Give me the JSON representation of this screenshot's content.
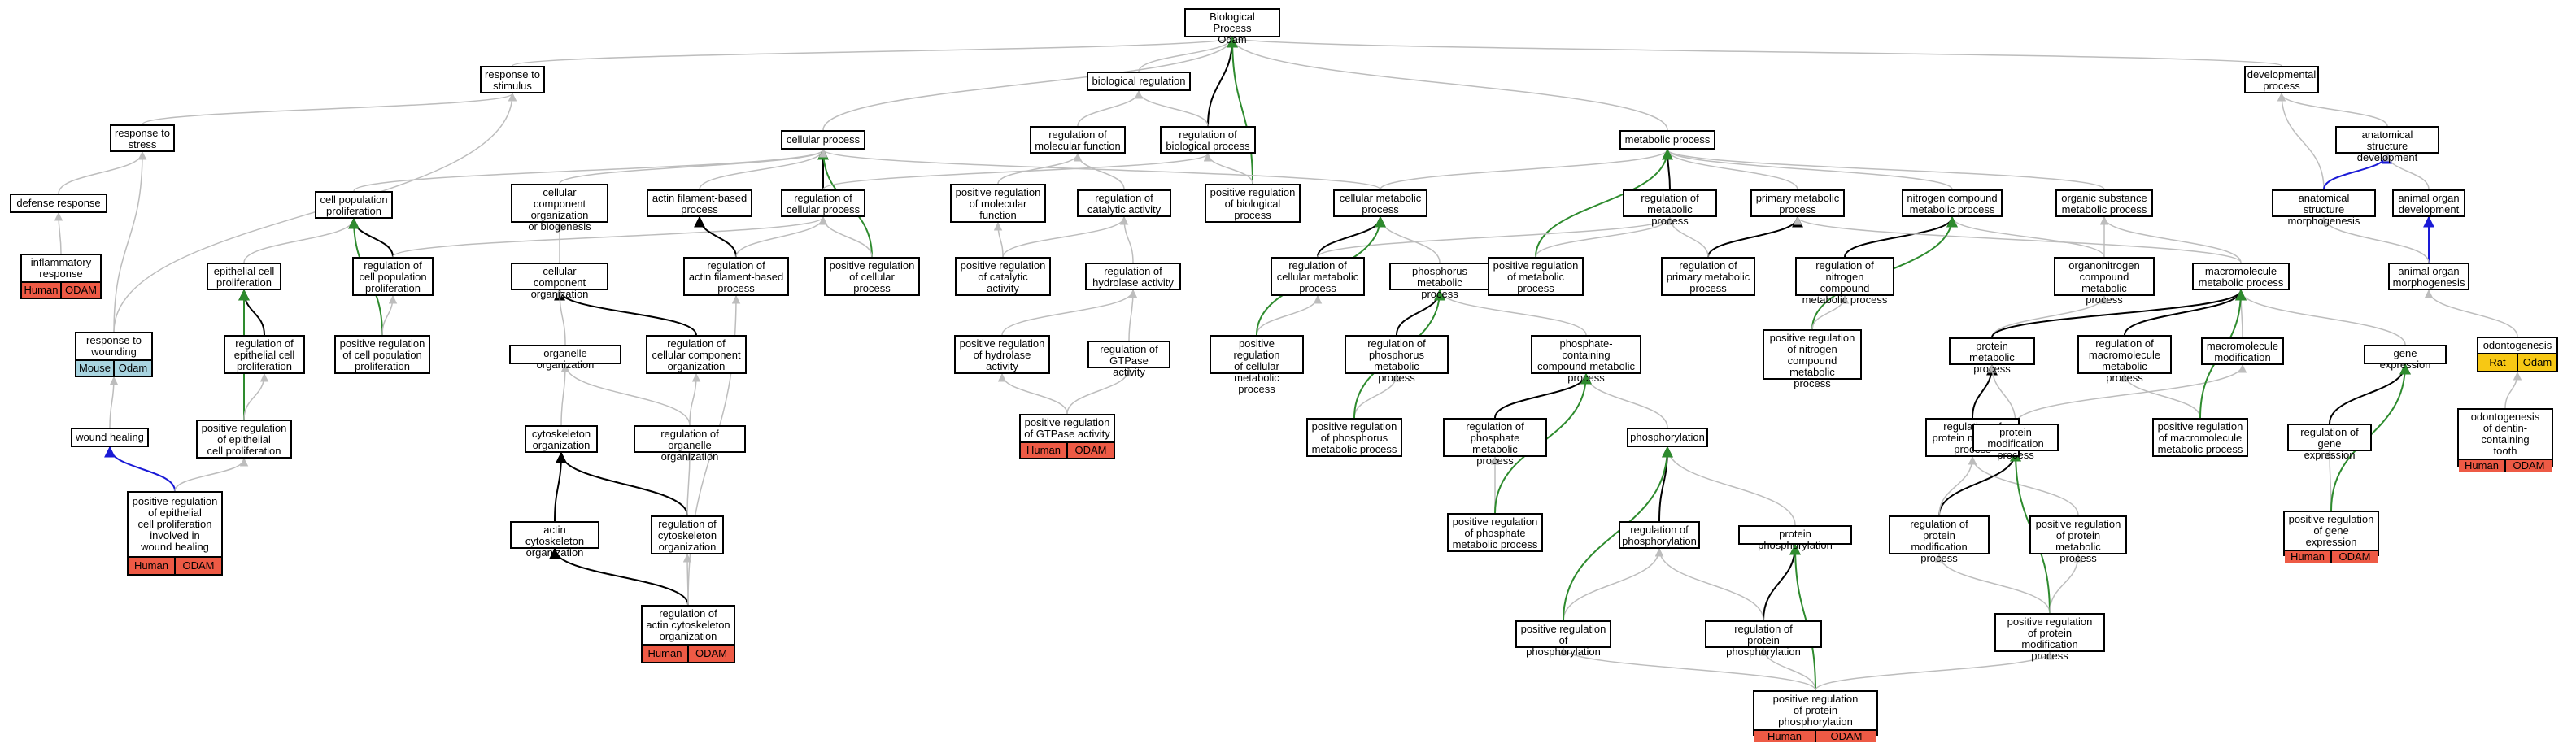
{
  "colors": {
    "grey_edge": "#bdbdbd",
    "black_edge": "#000000",
    "green_edge": "#2e8b2e",
    "blue_edge": "#1a1ad6",
    "Human": "#ee5a45",
    "ODAM": "#ee5a45",
    "Mouse": "#a8d4e0",
    "Odam_mouse": "#a8d4e0",
    "Rat": "#f7c814",
    "Odam_rat": "#f7c814"
  },
  "nodes": {
    "root": {
      "label": "Biological Process\nOdam"
    },
    "resp_stim": {
      "label": "response to\nstimulus"
    },
    "bio_reg": {
      "label": "biological regulation"
    },
    "dev_proc": {
      "label": "developmental\nprocess"
    },
    "resp_stress": {
      "label": "response to\nstress"
    },
    "cell_proc": {
      "label": "cellular process"
    },
    "reg_mol_func": {
      "label": "regulation of\nmolecular function"
    },
    "reg_bio_proc": {
      "label": "regulation of\nbiological process"
    },
    "met_proc": {
      "label": "metabolic process"
    },
    "anat_dev": {
      "label": "anatomical structure\ndevelopment"
    },
    "def_resp": {
      "label": "defense response"
    },
    "cell_pop_prolif": {
      "label": "cell population\nproliferation"
    },
    "ccob": {
      "label": "cellular component\norganization\nor biogenesis"
    },
    "actin_fil": {
      "label": "actin filament-based\nprocess"
    },
    "reg_cell_proc": {
      "label": "regulation of\ncellular process"
    },
    "pos_reg_mol_func": {
      "label": "positive regulation\nof molecular\nfunction"
    },
    "reg_cat_act": {
      "label": "regulation of\ncatalytic activity"
    },
    "pos_reg_bio_proc": {
      "label": "positive regulation\nof biological\nprocess"
    },
    "cell_met": {
      "label": "cellular metabolic\nprocess"
    },
    "reg_met": {
      "label": "regulation of\nmetabolic process"
    },
    "prim_met": {
      "label": "primary metabolic\nprocess"
    },
    "nitro_met": {
      "label": "nitrogen compound\nmetabolic process"
    },
    "org_sub_met": {
      "label": "organic substance\nmetabolic process"
    },
    "anat_morph": {
      "label": "anatomical structure\nmorphogenesis"
    },
    "animal_organ_dev": {
      "label": "animal organ\ndevelopment"
    },
    "inflam": {
      "label": "inflammatory\nresponse",
      "tags": [
        "Human",
        "ODAM"
      ]
    },
    "epi_prolif": {
      "label": "epithelial cell\nproliferation"
    },
    "reg_cell_pop": {
      "label": "regulation of\ncell population\nproliferation"
    },
    "cc_org": {
      "label": "cellular component\norganization"
    },
    "reg_actin_fil": {
      "label": "regulation of\nactin filament-based\nprocess"
    },
    "pos_reg_cell_proc": {
      "label": "positive regulation\nof cellular\nprocess"
    },
    "pos_reg_cat": {
      "label": "positive regulation\nof catalytic\nactivity"
    },
    "reg_hydro": {
      "label": "regulation of\nhydrolase activity"
    },
    "reg_cell_met": {
      "label": "regulation of\ncellular metabolic\nprocess"
    },
    "phos_met": {
      "label": "phosphorus metabolic\nprocess"
    },
    "pos_reg_met": {
      "label": "positive regulation\nof metabolic\nprocess"
    },
    "reg_prim_met": {
      "label": "regulation of\nprimary metabolic\nprocess"
    },
    "reg_nitro": {
      "label": "regulation of\nnitrogen compound\nmetabolic process"
    },
    "organonitro": {
      "label": "organonitrogen\ncompound metabolic\nprocess"
    },
    "macro_met": {
      "label": "macromolecule\nmetabolic process"
    },
    "animal_organ_morph": {
      "label": "animal organ\nmorphogenesis"
    },
    "resp_wound": {
      "label": "response to\nwounding",
      "tags": [
        "Mouse",
        "Odam"
      ]
    },
    "reg_epi": {
      "label": "regulation of\nepithelial cell\nproliferation"
    },
    "pos_reg_cell_pop": {
      "label": "positive regulation\nof cell population\nproliferation"
    },
    "org_org": {
      "label": "organelle organization"
    },
    "reg_cc_org": {
      "label": "regulation of\ncellular component\norganization"
    },
    "pos_reg_hydro": {
      "label": "positive regulation\nof hydrolase\nactivity"
    },
    "reg_gtpase": {
      "label": "regulation of\nGTPase activity"
    },
    "pos_reg_cell_met": {
      "label": "positive regulation\nof cellular\nmetabolic process"
    },
    "reg_phos_met": {
      "label": "regulation of\nphosphorus metabolic\nprocess"
    },
    "phos_cont": {
      "label": "phosphate-containing\ncompound metabolic\nprocess"
    },
    "pos_reg_nitro": {
      "label": "positive regulation\nof nitrogen\ncompound metabolic\nprocess"
    },
    "prot_met": {
      "label": "protein metabolic\nprocess"
    },
    "reg_macro": {
      "label": "regulation of\nmacromolecule\nmetabolic process"
    },
    "macro_mod": {
      "label": "macromolecule\nmodification"
    },
    "gene_expr": {
      "label": "gene expression"
    },
    "odontogenesis": {
      "label": "odontogenesis",
      "tags": [
        "Rat",
        "Odam"
      ]
    },
    "wound_heal": {
      "label": "wound healing"
    },
    "pos_reg_epi": {
      "label": "positive regulation\nof epithelial\ncell proliferation"
    },
    "cyto_org": {
      "label": "cytoskeleton\norganization"
    },
    "reg_org_org": {
      "label": "regulation of\norganelle organization"
    },
    "pos_reg_gtpase": {
      "label": "positive regulation\nof GTPase activity",
      "tags": [
        "Human",
        "ODAM"
      ]
    },
    "pos_reg_phos_met": {
      "label": "positive regulation\nof phosphorus\nmetabolic process"
    },
    "reg_phosphate_met": {
      "label": "regulation of\nphosphate metabolic\nprocess"
    },
    "phosphorylation": {
      "label": "phosphorylation"
    },
    "reg_prot_met": {
      "label": "regulation of\nprotein metabolic\nprocess"
    },
    "prot_mod": {
      "label": "protein modification\nprocess"
    },
    "pos_reg_macro": {
      "label": "positive regulation\nof macromolecule\nmetabolic process"
    },
    "reg_gene_expr": {
      "label": "regulation of\ngene expression"
    },
    "odonto_dentin": {
      "label": "odontogenesis\nof dentin-containing\ntooth",
      "tags": [
        "Human",
        "ODAM"
      ]
    },
    "pos_reg_epi_wound": {
      "label": "positive regulation\nof epithelial\ncell proliferation\ninvolved in\nwound healing",
      "tags": [
        "Human",
        "ODAM"
      ]
    },
    "actin_cyto_org": {
      "label": "actin cytoskeleton\norganization"
    },
    "reg_cyto_org": {
      "label": "regulation of\ncytoskeleton\norganization"
    },
    "pos_reg_phosphate_met": {
      "label": "positive regulation\nof phosphate\nmetabolic process"
    },
    "reg_phosphorylation": {
      "label": "regulation of\nphosphorylation"
    },
    "prot_phos": {
      "label": "protein phosphorylation"
    },
    "reg_prot_mod": {
      "label": "regulation of\nprotein modification\nprocess"
    },
    "pos_reg_prot_met": {
      "label": "positive regulation\nof protein metabolic\nprocess"
    },
    "pos_reg_gene_expr": {
      "label": "positive regulation\nof gene expression",
      "tags": [
        "Human",
        "ODAM"
      ]
    },
    "reg_actin_cyto_org": {
      "label": "regulation of\nactin cytoskeleton\norganization",
      "tags": [
        "Human",
        "ODAM"
      ]
    },
    "pos_reg_phosphorylation": {
      "label": "positive regulation\nof phosphorylation"
    },
    "reg_prot_phos": {
      "label": "regulation of\nprotein phosphorylation"
    },
    "pos_reg_prot_mod": {
      "label": "positive regulation\nof protein modification\nprocess"
    },
    "pos_reg_prot_phos": {
      "label": "positive regulation\nof protein phosphorylation",
      "tags": [
        "Human",
        "ODAM"
      ]
    }
  },
  "edges": [
    [
      "resp_stim",
      "root",
      "grey"
    ],
    [
      "bio_reg",
      "root",
      "grey"
    ],
    [
      "cell_proc",
      "root",
      "grey"
    ],
    [
      "met_proc",
      "root",
      "grey"
    ],
    [
      "dev_proc",
      "root",
      "grey"
    ],
    [
      "reg_bio_proc",
      "root",
      "black"
    ],
    [
      "pos_reg_bio_proc",
      "root",
      "green"
    ],
    [
      "resp_stress",
      "resp_stim",
      "grey"
    ],
    [
      "reg_mol_func",
      "bio_reg",
      "grey"
    ],
    [
      "reg_bio_proc",
      "bio_reg",
      "grey"
    ],
    [
      "anat_dev",
      "dev_proc",
      "grey"
    ],
    [
      "anat_morph",
      "dev_proc",
      "grey"
    ],
    [
      "def_resp",
      "resp_stress",
      "grey"
    ],
    [
      "resp_wound",
      "resp_stress",
      "grey"
    ],
    [
      "inflam",
      "def_resp",
      "grey"
    ],
    [
      "cell_pop_prolif",
      "cell_proc",
      "grey"
    ],
    [
      "ccob",
      "cell_proc",
      "grey"
    ],
    [
      "actin_fil",
      "cell_proc",
      "grey"
    ],
    [
      "reg_cell_proc",
      "cell_proc",
      "black"
    ],
    [
      "pos_reg_cell_proc",
      "cell_proc",
      "green"
    ],
    [
      "cell_met",
      "cell_proc",
      "grey"
    ],
    [
      "reg_cell_proc",
      "reg_bio_proc",
      "grey"
    ],
    [
      "pos_reg_bio_proc",
      "reg_bio_proc",
      "grey"
    ],
    [
      "pos_reg_mol_func",
      "reg_mol_func",
      "grey"
    ],
    [
      "reg_cat_act",
      "reg_mol_func",
      "grey"
    ],
    [
      "reg_met",
      "met_proc",
      "black"
    ],
    [
      "prim_met",
      "met_proc",
      "grey"
    ],
    [
      "nitro_met",
      "met_proc",
      "grey"
    ],
    [
      "org_sub_met",
      "met_proc",
      "grey"
    ],
    [
      "cell_met",
      "met_proc",
      "grey"
    ],
    [
      "pos_reg_met",
      "met_proc",
      "green"
    ],
    [
      "anat_morph",
      "anat_dev",
      "blue"
    ],
    [
      "animal_organ_dev",
      "anat_dev",
      "grey"
    ],
    [
      "animal_organ_morph",
      "animal_organ_dev",
      "blue"
    ],
    [
      "animal_organ_morph",
      "anat_morph",
      "grey"
    ],
    [
      "epi_prolif",
      "cell_pop_prolif",
      "grey"
    ],
    [
      "reg_cell_pop",
      "cell_pop_prolif",
      "black"
    ],
    [
      "pos_reg_cell_pop",
      "cell_pop_prolif",
      "green"
    ],
    [
      "reg_cell_pop",
      "reg_cell_proc",
      "grey"
    ],
    [
      "cc_org",
      "ccob",
      "grey"
    ],
    [
      "reg_actin_fil",
      "actin_fil",
      "black"
    ],
    [
      "reg_actin_fil",
      "reg_cell_proc",
      "grey"
    ],
    [
      "pos_reg_cell_proc",
      "reg_cell_proc",
      "grey"
    ],
    [
      "pos_reg_cat",
      "reg_cat_act",
      "grey"
    ],
    [
      "reg_hydro",
      "reg_cat_act",
      "grey"
    ],
    [
      "pos_reg_cat",
      "pos_reg_mol_func",
      "grey"
    ],
    [
      "reg_cell_met",
      "cell_met",
      "black"
    ],
    [
      "phos_met",
      "cell_met",
      "grey"
    ],
    [
      "reg_cell_met",
      "reg_met",
      "grey"
    ],
    [
      "pos_reg_met",
      "reg_met",
      "grey"
    ],
    [
      "reg_prim_met",
      "prim_met",
      "black"
    ],
    [
      "reg_prim_met",
      "reg_met",
      "grey"
    ],
    [
      "reg_nitro",
      "nitro_met",
      "black"
    ],
    [
      "organonitro",
      "org_sub_met",
      "grey"
    ],
    [
      "organonitro",
      "nitro_met",
      "grey"
    ],
    [
      "macro_met",
      "org_sub_met",
      "grey"
    ],
    [
      "macro_met",
      "prim_met",
      "grey"
    ],
    [
      "reg_epi",
      "epi_prolif",
      "black"
    ],
    [
      "pos_reg_epi",
      "epi_prolif",
      "green"
    ],
    [
      "reg_cc_org",
      "cc_org",
      "black"
    ],
    [
      "org_org",
      "cc_org",
      "grey"
    ],
    [
      "pos_reg_hydro",
      "reg_hydro",
      "grey"
    ],
    [
      "reg_gtpase",
      "reg_hydro",
      "grey"
    ],
    [
      "pos_reg_cell_met",
      "reg_cell_met",
      "grey"
    ],
    [
      "pos_reg_cell_met",
      "cell_met",
      "green"
    ],
    [
      "reg_phos_met",
      "phos_met",
      "black"
    ],
    [
      "phos_cont",
      "phos_met",
      "grey"
    ],
    [
      "pos_reg_nitro",
      "nitro_met",
      "green"
    ],
    [
      "pos_reg_nitro",
      "reg_nitro",
      "grey"
    ],
    [
      "prot_met",
      "organonitro",
      "grey"
    ],
    [
      "prot_met",
      "macro_met",
      "black"
    ],
    [
      "reg_macro",
      "macro_met",
      "black"
    ],
    [
      "macro_mod",
      "macro_met",
      "grey"
    ],
    [
      "gene_expr",
      "macro_met",
      "grey"
    ],
    [
      "odontogenesis",
      "animal_organ_morph",
      "grey"
    ],
    [
      "resp_wound",
      "resp_stim",
      "grey"
    ],
    [
      "wound_heal",
      "resp_wound",
      "grey"
    ],
    [
      "pos_reg_epi_wound",
      "wound_heal",
      "blue"
    ],
    [
      "pos_reg_epi_wound",
      "pos_reg_epi",
      "grey"
    ],
    [
      "pos_reg_epi",
      "reg_epi",
      "grey"
    ],
    [
      "pos_reg_cell_pop",
      "reg_cell_pop",
      "grey"
    ],
    [
      "cyto_org",
      "org_org",
      "grey"
    ],
    [
      "reg_org_org",
      "org_org",
      "grey"
    ],
    [
      "reg_org_org",
      "reg_cc_org",
      "grey"
    ],
    [
      "pos_reg_gtpase",
      "reg_gtpase",
      "grey"
    ],
    [
      "pos_reg_gtpase",
      "pos_reg_hydro",
      "grey"
    ],
    [
      "pos_reg_phos_met",
      "reg_phos_met",
      "grey"
    ],
    [
      "pos_reg_phos_met",
      "phos_met",
      "green"
    ],
    [
      "reg_phosphate_met",
      "phos_cont",
      "black"
    ],
    [
      "phosphorylation",
      "phos_cont",
      "grey"
    ],
    [
      "reg_prot_met",
      "prot_met",
      "black"
    ],
    [
      "prot_mod",
      "macro_mod",
      "grey"
    ],
    [
      "prot_mod",
      "prot_met",
      "grey"
    ],
    [
      "pos_reg_macro",
      "reg_macro",
      "grey"
    ],
    [
      "pos_reg_macro",
      "macro_met",
      "green"
    ],
    [
      "reg_gene_expr",
      "gene_expr",
      "black"
    ],
    [
      "odonto_dentin",
      "odontogenesis",
      "grey"
    ],
    [
      "actin_cyto_org",
      "cyto_org",
      "black"
    ],
    [
      "reg_cyto_org",
      "cyto_org",
      "black"
    ],
    [
      "reg_cyto_org",
      "reg_org_org",
      "grey"
    ],
    [
      "pos_reg_phosphate_met",
      "reg_phosphate_met",
      "grey"
    ],
    [
      "pos_reg_phosphate_met",
      "phos_cont",
      "green"
    ],
    [
      "reg_phosphorylation",
      "phosphorylation",
      "black"
    ],
    [
      "prot_phos",
      "phosphorylation",
      "grey"
    ],
    [
      "reg_prot_mod",
      "prot_mod",
      "black"
    ],
    [
      "pos_reg_prot_met",
      "reg_prot_met",
      "grey"
    ],
    [
      "pos_reg_gene_expr",
      "reg_gene_expr",
      "grey"
    ],
    [
      "pos_reg_gene_expr",
      "gene_expr",
      "green"
    ],
    [
      "reg_actin_cyto_org",
      "actin_cyto_org",
      "black"
    ],
    [
      "reg_actin_cyto_org",
      "reg_cyto_org",
      "grey"
    ],
    [
      "reg_actin_cyto_org",
      "reg_actin_fil",
      "grey"
    ],
    [
      "pos_reg_phosphorylation",
      "reg_phosphorylation",
      "grey"
    ],
    [
      "pos_reg_phosphorylation",
      "phosphorylation",
      "green"
    ],
    [
      "reg_prot_phos",
      "prot_phos",
      "black"
    ],
    [
      "reg_prot_phos",
      "reg_phosphorylation",
      "grey"
    ],
    [
      "pos_reg_prot_mod",
      "reg_prot_mod",
      "grey"
    ],
    [
      "pos_reg_prot_mod",
      "prot_mod",
      "green"
    ],
    [
      "pos_reg_prot_mod",
      "pos_reg_prot_met",
      "grey"
    ],
    [
      "pos_reg_prot_phos",
      "reg_prot_phos",
      "grey"
    ],
    [
      "pos_reg_prot_phos",
      "prot_phos",
      "green"
    ],
    [
      "pos_reg_prot_phos",
      "pos_reg_phosphorylation",
      "grey"
    ],
    [
      "pos_reg_prot_phos",
      "pos_reg_prot_mod",
      "grey"
    ],
    [
      "reg_prot_mod",
      "reg_prot_met",
      "grey"
    ]
  ]
}
